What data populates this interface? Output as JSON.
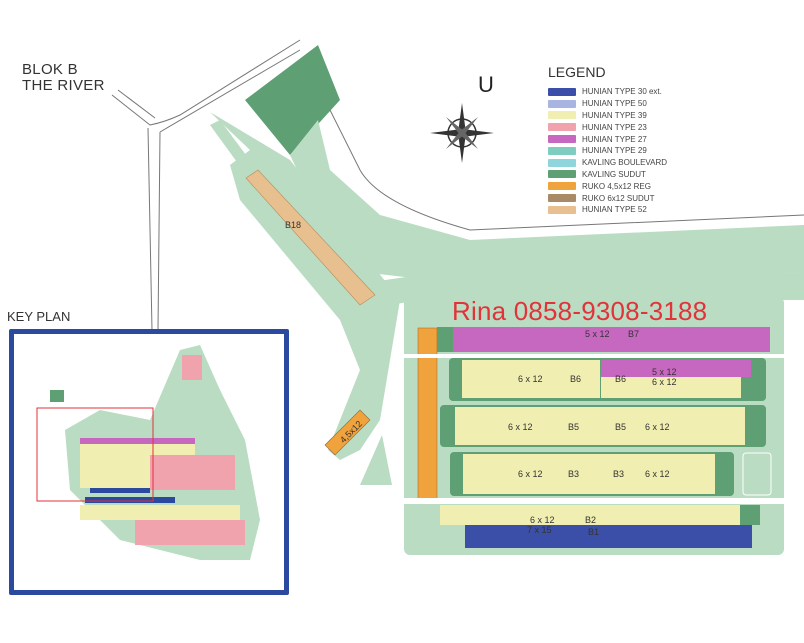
{
  "header": {
    "title_line1": "BLOK B",
    "title_line2": "THE RIVER"
  },
  "compass": {
    "label": "U"
  },
  "legend": {
    "title": "LEGEND",
    "items": [
      {
        "label": "HUNIAN TYPE 30 ext.",
        "color": "#3b4fa8"
      },
      {
        "label": "HUNIAN TYPE 50",
        "color": "#a9b4e0"
      },
      {
        "label": "HUNIAN TYPE 39",
        "color": "#f0eeb0"
      },
      {
        "label": "HUNIAN TYPE 23",
        "color": "#f0a3ad"
      },
      {
        "label": "HUNIAN TYPE 27",
        "color": "#c768c0"
      },
      {
        "label": "HUNIAN TYPE 29",
        "color": "#7fcdc0"
      },
      {
        "label": "KAVLING BOULEVARD",
        "color": "#8ed6dc"
      },
      {
        "label": "KAVLING SUDUT",
        "color": "#5e9f74"
      },
      {
        "label": "RUKO 4,5x12 REG",
        "color": "#f0a23c"
      },
      {
        "label": "RUKO 6x12 SUDUT",
        "color": "#a88a66"
      },
      {
        "label": "HUNIAN TYPE 52",
        "color": "#e8c090"
      }
    ]
  },
  "contact": {
    "text": "Rina 0858-9308-3188"
  },
  "key_plan": {
    "label": "KEY PLAN"
  },
  "blocks": {
    "b18": "B18",
    "b7": {
      "name": "B7",
      "size": "5 x 12"
    },
    "b6_left": {
      "name": "B6",
      "size": "6 x 12"
    },
    "b6_right": {
      "name": "B6",
      "size_top": "5 x 12",
      "size_bottom": "6 x 12"
    },
    "b5_left": {
      "name": "B5",
      "size": "6 x 12"
    },
    "b5_right": {
      "name": "B5",
      "size": "6 x 12"
    },
    "b3_left": {
      "name": "B3",
      "size": "6 x 12"
    },
    "b3_right": {
      "name": "B3",
      "size": "6 x 12"
    },
    "b2": {
      "name": "B2",
      "size": "6 x 12"
    },
    "b1": {
      "name": "B1",
      "size": "7 x 15"
    },
    "ruko_diag": "4,5x12"
  },
  "colors": {
    "land": "#b9dcc3",
    "dark_green": "#5e9f74",
    "road_line": "#777777",
    "key_border": "#2c49a0",
    "highlight": "#e2323a"
  }
}
